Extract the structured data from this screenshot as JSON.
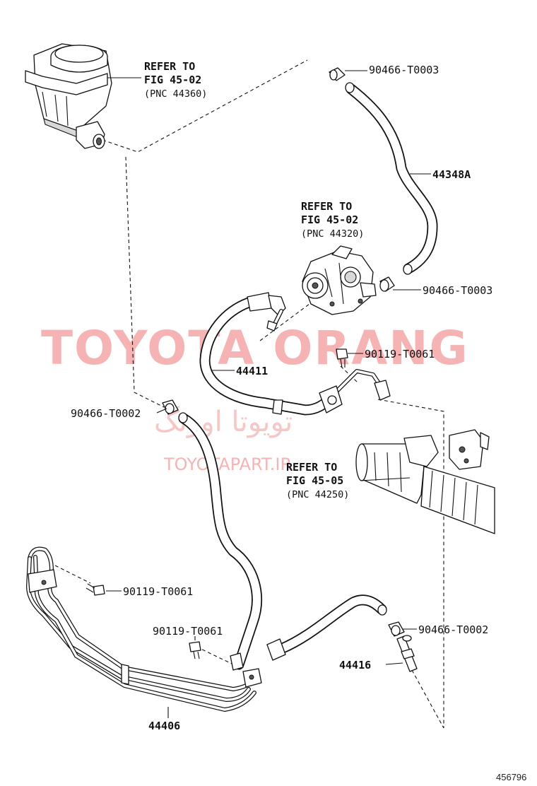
{
  "watermark": {
    "main": "TOYOTA ORANG",
    "arabic": "تویوتا اورنگ",
    "url": "TOYOTAPART.IR"
  },
  "labels": {
    "clamp_top": "90466-T0003",
    "hose_top": "44348A",
    "clamp_pump": "90466-T0003",
    "bolt_mid": "90119-T0061",
    "pressure_hose": "44411",
    "clamp_left": "90466-T0002",
    "bolt_left": "90119-T0061",
    "bolt_lower": "90119-T0061",
    "clamp_right": "90466-T0002",
    "union": "44416",
    "return_tube": "44406"
  },
  "refs": {
    "reservoir": {
      "line1": "REFER TO",
      "line2": "FIG 45-02",
      "line3": "(PNC 44360)"
    },
    "pump": {
      "line1": "REFER TO",
      "line2": "FIG 45-02",
      "line3": "(PNC 44320)"
    },
    "gear": {
      "line1": "REFER TO",
      "line2": "FIG 45-05",
      "line3": "(PNC 44250)"
    }
  },
  "illustration_id": "456796"
}
